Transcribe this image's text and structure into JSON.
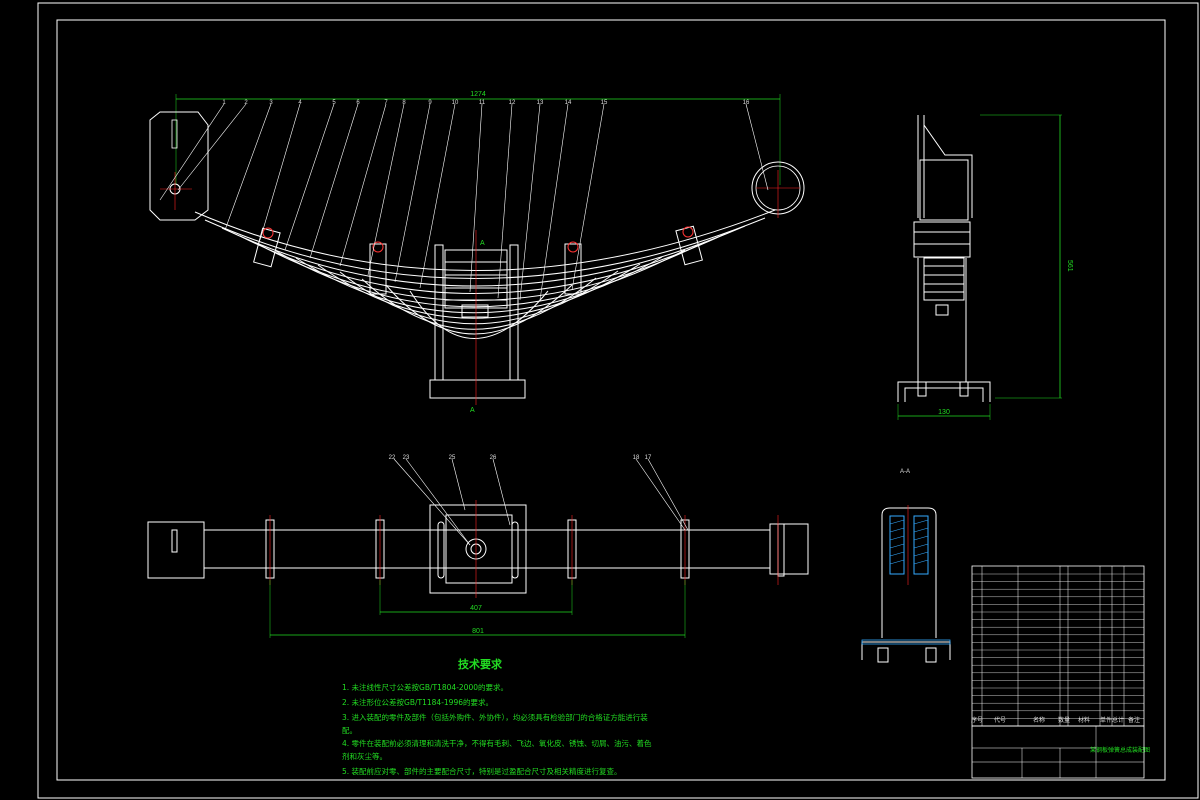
{
  "colors": {
    "background": "#000000",
    "outline": "#ffffff",
    "dimension": "#22dd22",
    "centerline": "#ff2222",
    "hatch": "#33aaff"
  },
  "views": {
    "main": {
      "overall_length": "1274",
      "section_mark": "A",
      "balloons": [
        "1",
        "2",
        "3",
        "4",
        "5",
        "6",
        "7",
        "8",
        "9",
        "10",
        "11",
        "12",
        "13",
        "14",
        "15",
        "16"
      ]
    },
    "side": {
      "height": "561",
      "width": "130"
    },
    "top": {
      "balloons": [
        "22",
        "23",
        "25",
        "26",
        "18",
        "17"
      ],
      "dim_inner": "407",
      "dim_outer": "801"
    },
    "section": {
      "label": "A-A"
    }
  },
  "tech_requirements": {
    "title": "技术要求",
    "items": [
      "1. 未注线性尺寸公差按GB/T1804-2000的要求。",
      "2. 未注形位公差按GB/T1184-1996的要求。",
      "3. 进入装配的零件及部件（包括外购件、外协件），均必须具有检验部门的合格证方能进行装",
      "   配。",
      "4. 零件在装配前必须清理和清洗干净，不得有毛刺、飞边、氧化皮、锈蚀、切屑、油污、着色",
      "   剂和灰尘等。",
      "5. 装配前应对零、部件的主要配合尺寸，特别是过盈配合尺寸及相关精度进行复查。"
    ]
  },
  "title_block": {
    "drawing_title": "某钢板弹簧总成装配图",
    "header_cols": [
      "序号",
      "代号",
      "名称",
      "数量",
      "材料",
      "单件",
      "总计",
      "备注"
    ]
  }
}
